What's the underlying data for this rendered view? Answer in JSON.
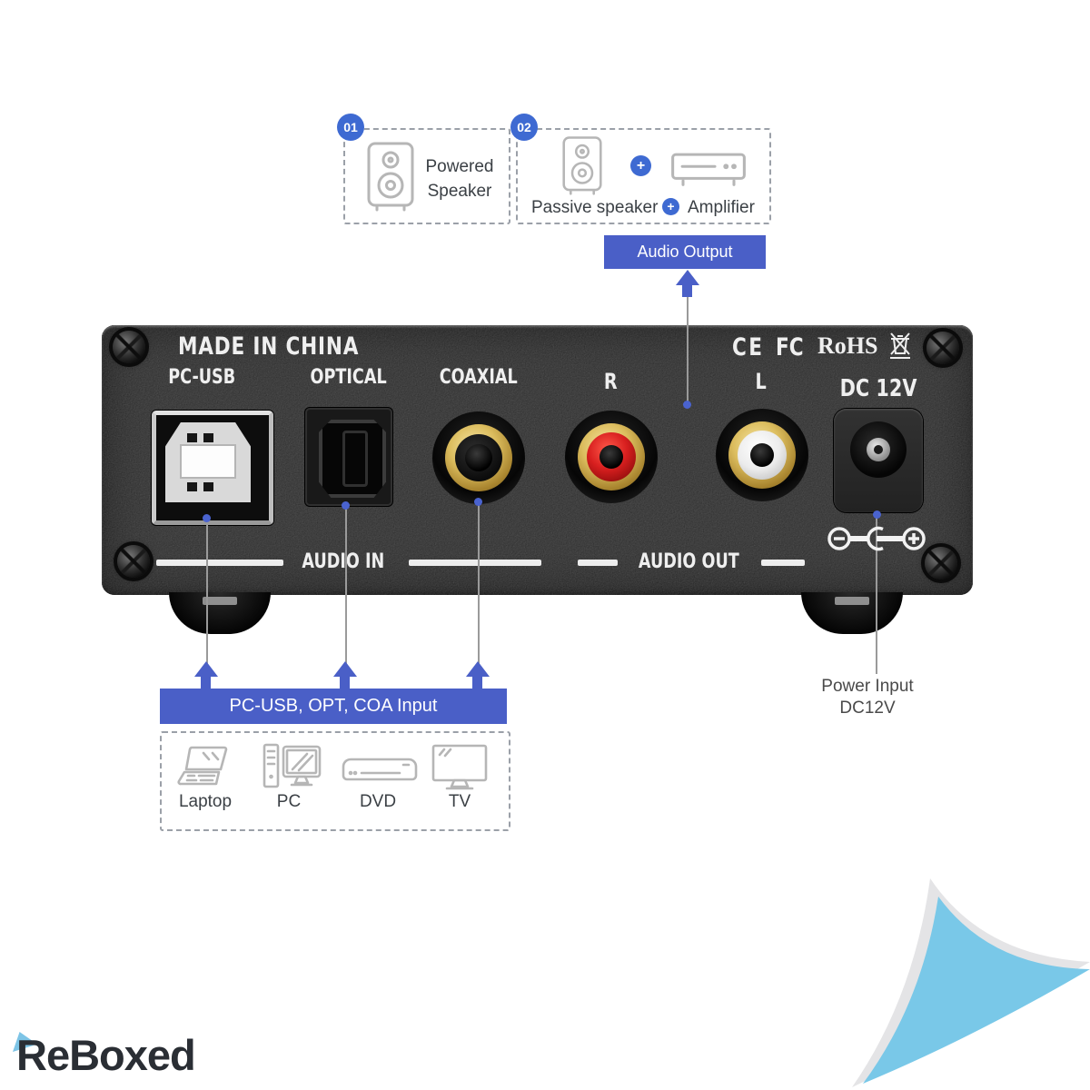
{
  "top": {
    "option1": {
      "badge": "01",
      "line1": "Powered",
      "line2": "Speaker"
    },
    "option2": {
      "badge": "02",
      "speaker": "Passive speaker",
      "plus": "+",
      "amplifier": "Amplifier"
    },
    "audio_output": "Audio Output"
  },
  "panel": {
    "made_in": "MADE IN CHINA",
    "certs": {
      "ce": "CE",
      "fcc": "FC",
      "rohs": "RoHS"
    },
    "labels": {
      "usb": "PC-USB",
      "optical": "OPTICAL",
      "coaxial": "COAXIAL",
      "right": "R",
      "left": "L",
      "power": "DC 12V"
    },
    "audio_in": "AUDIO IN",
    "audio_out": "AUDIO OUT"
  },
  "bottom": {
    "input_banner": "PC-USB, OPT, COA Input",
    "sources": [
      {
        "label": "Laptop"
      },
      {
        "label": "PC"
      },
      {
        "label": "DVD"
      },
      {
        "label": "TV"
      }
    ],
    "power_line1": "Power Input",
    "power_line2": "DC12V"
  },
  "footer": {
    "brand": "ReBoxed"
  },
  "colors": {
    "accent_blue": "#4a5fc7",
    "badge_blue": "#3e6ad2",
    "logo_blue": "#79c8e8",
    "gold": "#d9b957",
    "rca_red": "#d81f1f"
  }
}
